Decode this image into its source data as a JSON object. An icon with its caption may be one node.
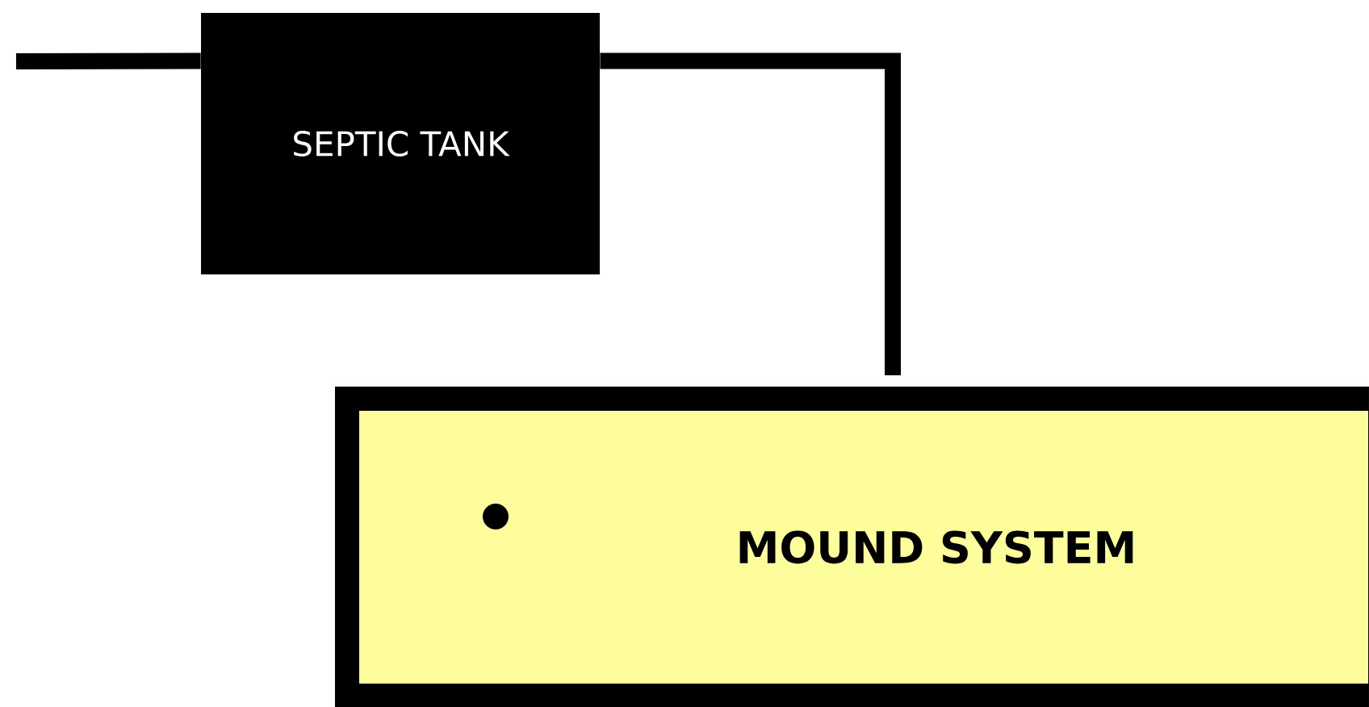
{
  "diagram": {
    "nodes": [
      {
        "text": [
          "SEPTIC TANK"
        ]
      },
      {
        "text": [
          "MOUND SYSTEM"
        ]
      }
    ],
    "edges": [
      {
        "from": null,
        "to": 0,
        "arrow": "none"
      },
      {
        "from": 0,
        "to": 1,
        "arrow": "none"
      }
    ]
  }
}
